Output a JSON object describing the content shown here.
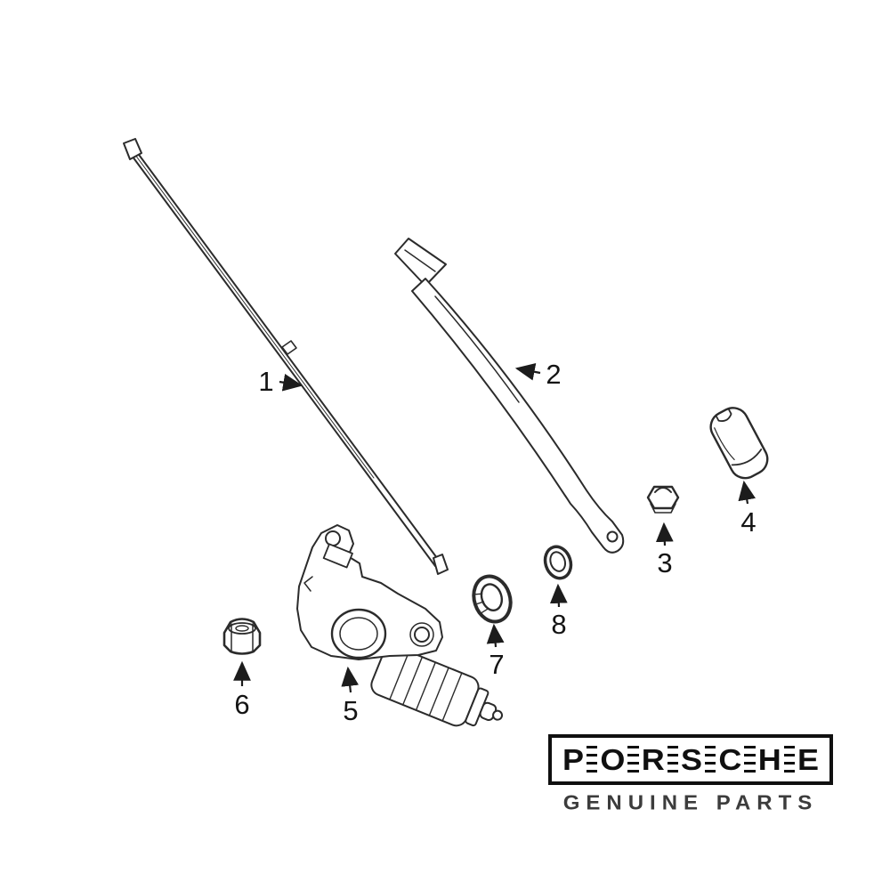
{
  "diagram": {
    "labels": [
      "1",
      "2",
      "3",
      "4",
      "5",
      "6",
      "7",
      "8"
    ]
  },
  "logo": {
    "brand": "PORSCHE",
    "letters": [
      "P",
      "O",
      "R",
      "S",
      "C",
      "H",
      "E"
    ],
    "subtitle": "GENUINE PARTS"
  },
  "colors": {
    "ink": "#2b2b2b",
    "label_ink": "#141414",
    "logo_ink": "#101010",
    "subtitle_ink": "#3c3c3c",
    "background": "#ffffff"
  }
}
